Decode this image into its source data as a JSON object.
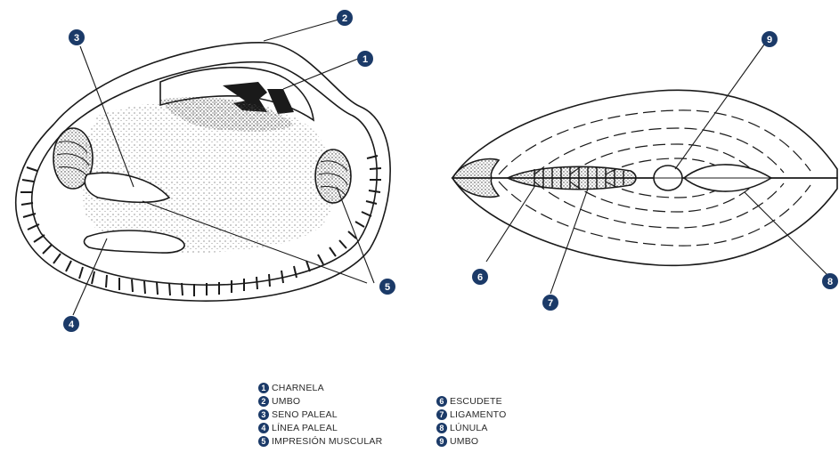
{
  "callouts": {
    "c1": "1",
    "c2": "2",
    "c3": "3",
    "c4": "4",
    "c5": "5",
    "c6": "6",
    "c7": "7",
    "c8": "8",
    "c9": "9"
  },
  "legend": {
    "left": [
      {
        "num": "1",
        "label": "CHARNELA"
      },
      {
        "num": "2",
        "label": "UMBO"
      },
      {
        "num": "3",
        "label": "SENO PALEAL"
      },
      {
        "num": "4",
        "label": "LÍNEA PALEAL"
      },
      {
        "num": "5",
        "label": "IMPRESIÓN MUSCULAR"
      }
    ],
    "right": [
      {
        "num": "6",
        "label": "ESCUDETE"
      },
      {
        "num": "7",
        "label": "LIGAMENTO"
      },
      {
        "num": "8",
        "label": "LÚNULA"
      },
      {
        "num": "9",
        "label": "UMBO"
      }
    ]
  },
  "colors": {
    "callout_fill": "#1b3a68",
    "ink": "#1a1a1a"
  }
}
